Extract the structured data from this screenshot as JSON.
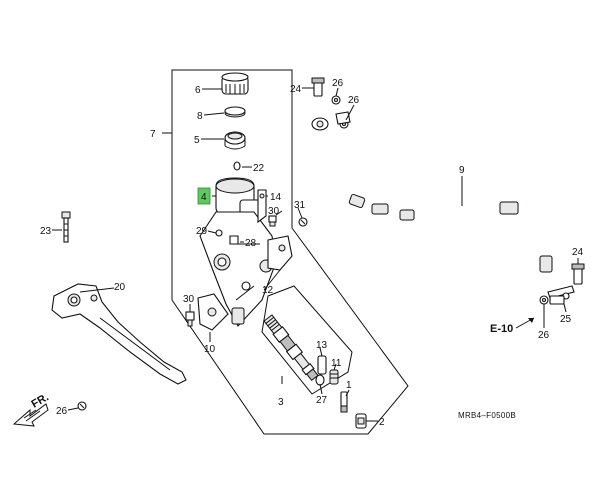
{
  "labels": {
    "p1": "1",
    "p2": "2",
    "p3": "3",
    "p4": "4",
    "p5": "5",
    "p6": "6",
    "p7": "7",
    "p8": "8",
    "p9": "9",
    "p10": "10",
    "p11": "11",
    "p12": "12",
    "p13": "13",
    "p14": "14",
    "p20": "20",
    "p22": "22",
    "p23": "23",
    "p24a": "24",
    "p24b": "24",
    "p25": "25",
    "p26a": "26",
    "p26b": "26",
    "p26c": "26",
    "p26d": "26",
    "p27": "27",
    "p28": "28",
    "p29": "29",
    "p30a": "30",
    "p30b": "30",
    "p31": "31"
  },
  "callouts": {
    "e10": "E-10",
    "front": "FR.",
    "drawing_code": "MRB4–F0500B"
  },
  "colors": {
    "line": "#111111",
    "highlight": "#5ec95e"
  }
}
